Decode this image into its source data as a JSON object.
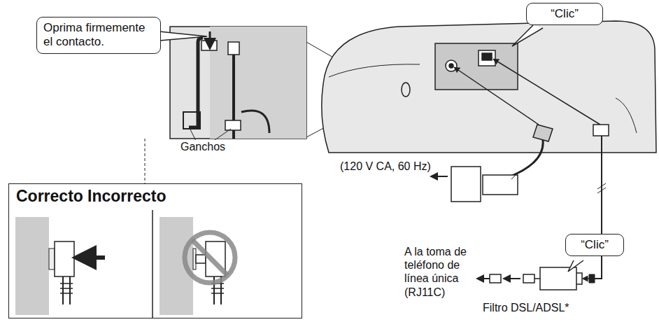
{
  "diagram": {
    "nodes": [
      {
        "text": [
          "Oprima firmemente el contacto."
        ]
      },
      {
        "text": [
          "“Clic”"
        ]
      },
      {
        "text": [
          "“Clic”"
        ]
      },
      {
        "text": [
          "Correcto",
          "Incorrecto"
        ]
      }
    ],
    "labels": [
      "Ganchos",
      "(120 V CA, 60 Hz)",
      "A la toma de teléfono de línea única (RJ11C)",
      "Filtro DSL/ADSL*"
    ]
  }
}
